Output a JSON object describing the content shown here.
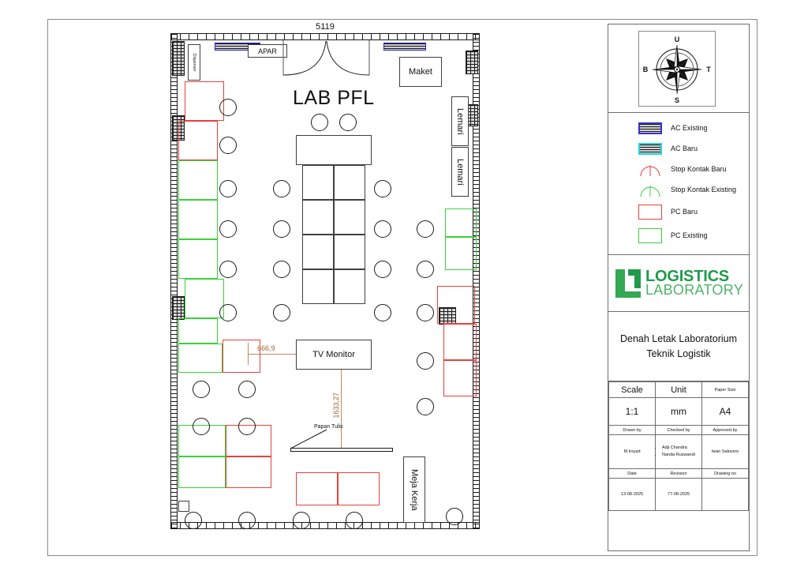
{
  "drawing": {
    "room_title": "LAB PFL",
    "top_dimension": "5119",
    "dim_horizontal": "666,9",
    "dim_vertical": "1633,27",
    "labels": {
      "dispenser": "Dispenser",
      "apar": "APAR",
      "maket": "Maket",
      "lemari_1": "Lemari",
      "lemari_2": "Lemari",
      "tv_monitor": "TV Monitor",
      "papan_tulis": "Papan Tulis",
      "meja_kerja": "Meja Kerja"
    }
  },
  "compass": {
    "north": "U",
    "south": "S",
    "east": "T",
    "west": "B"
  },
  "legend": {
    "items": [
      {
        "label": "AC Existing",
        "icon": "ac-hatch-swatch",
        "color": "#3333cc"
      },
      {
        "label": "AC Baru",
        "icon": "ac-hatch-swatch",
        "color": "#22d5e0"
      },
      {
        "label": "Stop Kontak Baru",
        "icon": "outlet-arc-icon",
        "color": "#e8413c"
      },
      {
        "label": "Stop Kontak Existing",
        "icon": "outlet-arc-icon",
        "color": "#3ad13a"
      },
      {
        "label": "PC Baru",
        "icon": "rectangle-swatch",
        "color": "#e8413c"
      },
      {
        "label": "PC Existing",
        "icon": "rectangle-swatch",
        "color": "#3ad13a"
      }
    ]
  },
  "logo": {
    "line1": "LOGISTICS",
    "line2": "LABORATORY",
    "mark_color": "#1f9b4b"
  },
  "title_block": {
    "drawing_title": "Denah Letak Laboratorium Teknik Logistik",
    "headers_row1": [
      "Scale",
      "Unit",
      "Paper Size"
    ],
    "values_row1": [
      "1:1",
      "mm",
      "A4"
    ],
    "headers_row2": [
      "Drawn by",
      "Checked by",
      "Approved by"
    ],
    "drawn_by": "M.Irsyad",
    "checked_by": [
      "Adji Chandra",
      "Nanda Ruswandi"
    ],
    "approved_by": "Iwan Saksono",
    "headers_row3": [
      "Date",
      "Revision",
      "Drawing no"
    ],
    "date": "13-08-2025",
    "revision": "77-08-2025",
    "drawing_no": ""
  }
}
